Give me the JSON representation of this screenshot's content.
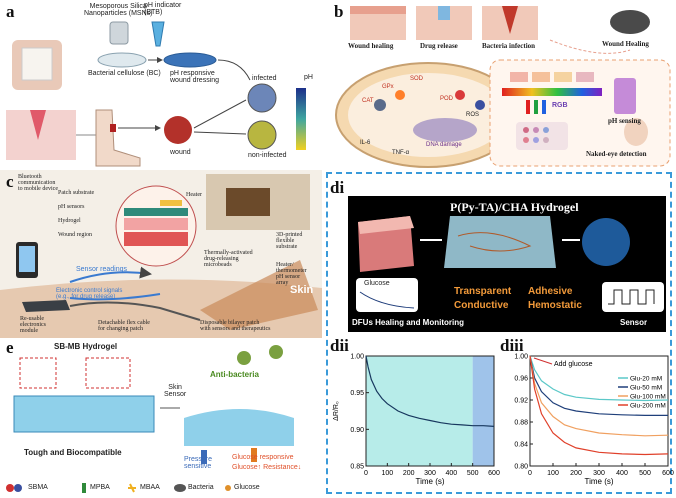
{
  "panel_a": {
    "label": "a",
    "msn_label": "Mesoporous Silica\nNanoparticles (MSNs)",
    "indicator_label": "pH indicator\n(BTB)",
    "bc_label": "Bacterial cellulose (BC)",
    "dressing_label": "pH responsive\nwound dressing",
    "infected": "infected",
    "non_infected": "non-infected",
    "wound": "wound",
    "ph": "pH"
  },
  "panel_b": {
    "label": "b",
    "stages": [
      "Wound healing",
      "Drug release",
      "Bacteria infection"
    ],
    "wound_healing": "Wound Healing",
    "rgb": "RGB",
    "ph_sensing": "pH sensing",
    "naked_eye": "Naked-eye detection",
    "cell_labels": [
      "SOD",
      "CAT",
      "POD",
      "GPx",
      "IL-6",
      "TNF-α",
      "DNA damage",
      "ROS"
    ]
  },
  "panel_c": {
    "label": "c",
    "bluetooth": "Bluetooth\ncommunication\nto mobile device",
    "patch_substrate": "Patch substrate",
    "ph_sensors": "pH sensors",
    "hydrogel": "Hydrogel",
    "wound_region": "Wound region",
    "heater": "Heater",
    "printed": "3D-printed\nflexible\nsubstrate",
    "microbeads": "Thermally-activated\ndrug-releasing\nmicrobeads",
    "heater_thermo": "Heater/\nthermometer\npH sensor\narray",
    "sensor_readings": "Sensor readings",
    "electronic_control": "Electronic control signals\n(e.g., for drug release)",
    "skin": "Skin",
    "reusable": "Re-usable\nelectronics\nmodule",
    "flex_cable": "Detachable flex cable\nfor changing patch",
    "bilayer": "Disposable bilayer patch\nwith sensors and therapeutics"
  },
  "panel_di": {
    "label": "di",
    "title": "P(Py-TA)/CHA Hydrogel",
    "glucose": "Glucose",
    "transparent": "Transparent",
    "conductive": "Conductive",
    "adhesive": "Adhesive",
    "hemostatic": "Hemostatic",
    "dfu": "DFUs Healing and Monitoring",
    "sensor": "Sensor"
  },
  "panel_e": {
    "label": "e",
    "title": "SB-MB Hydrogel",
    "skin_sensor": "Skin\nSensor",
    "anti_bacteria": "Anti-bacteria",
    "pressure": "Pressure\nsensitive",
    "glucose_resp": "Glucose responsive",
    "glucose_resist": "Glucose↑ Resistance↓",
    "tough": "Tough and Biocompatible",
    "legend": [
      "SBMA",
      "MPBA",
      "MBAA",
      "Bacteria",
      "Glucose"
    ]
  },
  "colors": {
    "dashed_border": "#3a9ad9",
    "dii_fill": "#b7ece9",
    "dii_line": "#17375e",
    "glu20": "#5bc8c8",
    "glu50": "#1f3f7a",
    "glu100": "#f0a060",
    "glu200": "#e0402a"
  },
  "chart_data": [
    {
      "label": "dii",
      "type": "line",
      "xlabel": "Time (s)",
      "ylabel": "ΔR/R₀",
      "xlim": [
        0,
        600
      ],
      "ylim": [
        0.85,
        1.0
      ],
      "xticks": [
        0,
        100,
        200,
        300,
        400,
        500,
        600
      ],
      "yticks": [
        0.85,
        0.9,
        0.95,
        1.0
      ],
      "shaded_regions": [
        [
          0,
          500
        ],
        [
          500,
          600
        ]
      ],
      "series": [
        {
          "x": [
            0,
            10,
            25,
            50,
            75,
            100,
            150,
            200,
            250,
            300,
            350,
            400,
            450,
            500,
            550,
            600
          ],
          "y": [
            1.0,
            0.985,
            0.968,
            0.952,
            0.942,
            0.935,
            0.925,
            0.919,
            0.915,
            0.912,
            0.909,
            0.907,
            0.906,
            0.905,
            0.905,
            0.904
          ]
        }
      ]
    },
    {
      "label": "diii",
      "type": "line",
      "xlabel": "Time (s)",
      "ylabel": "",
      "xlim": [
        0,
        600
      ],
      "ylim": [
        0.8,
        1.0
      ],
      "xticks": [
        0,
        100,
        200,
        300,
        400,
        500,
        600
      ],
      "yticks": [
        0.8,
        0.84,
        0.88,
        0.92,
        0.96,
        1.0
      ],
      "annotation": "Add glucose",
      "series": [
        {
          "name": "Glu-20 mM",
          "x": [
            0,
            20,
            50,
            100,
            150,
            200,
            300,
            400,
            500,
            600
          ],
          "y": [
            1.0,
            0.975,
            0.955,
            0.94,
            0.93,
            0.925,
            0.921,
            0.92,
            0.919,
            0.92
          ]
        },
        {
          "name": "Glu-50 mM",
          "x": [
            0,
            20,
            50,
            100,
            150,
            200,
            300,
            400,
            500,
            600
          ],
          "y": [
            1.0,
            0.96,
            0.935,
            0.915,
            0.905,
            0.9,
            0.895,
            0.893,
            0.892,
            0.892
          ]
        },
        {
          "name": "Glu-100 mM",
          "x": [
            0,
            20,
            50,
            100,
            150,
            200,
            300,
            400,
            500,
            600
          ],
          "y": [
            1.0,
            0.95,
            0.915,
            0.89,
            0.875,
            0.868,
            0.86,
            0.857,
            0.855,
            0.856
          ]
        },
        {
          "name": "Glu-200 mM",
          "x": [
            0,
            20,
            50,
            100,
            150,
            200,
            300,
            400,
            500,
            600
          ],
          "y": [
            1.0,
            0.94,
            0.895,
            0.86,
            0.843,
            0.833,
            0.825,
            0.822,
            0.821,
            0.822
          ]
        }
      ]
    }
  ]
}
